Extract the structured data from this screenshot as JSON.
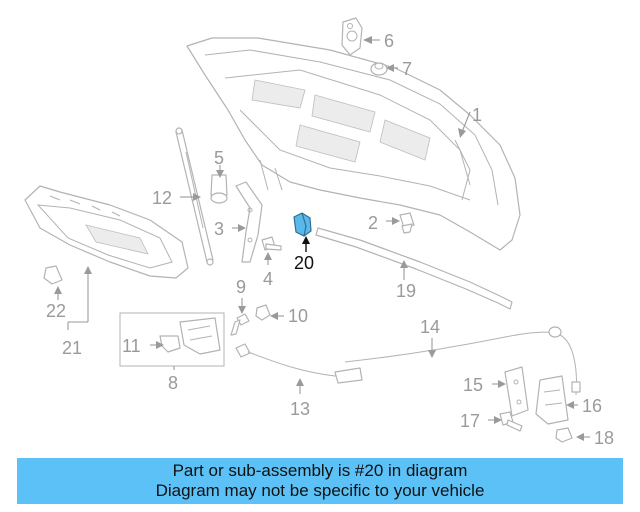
{
  "callouts": {
    "c1": "1",
    "c2": "2",
    "c3": "3",
    "c4": "4",
    "c5": "5",
    "c6": "6",
    "c7": "7",
    "c8": "8",
    "c9": "9",
    "c10": "10",
    "c11": "11",
    "c12": "12",
    "c13": "13",
    "c14": "14",
    "c15": "15",
    "c16": "16",
    "c17": "17",
    "c18": "18",
    "c19": "19",
    "c20": "20",
    "c21": "21",
    "c22": "22"
  },
  "highlighted_part": "20",
  "colors": {
    "highlight": "#5bb8ea",
    "banner": "#5bc1f6",
    "linework": "#b3b3b3"
  },
  "banner": {
    "line1": "Part or sub-assembly is #20 in diagram",
    "line2": "Diagram may not be specific to your vehicle"
  }
}
